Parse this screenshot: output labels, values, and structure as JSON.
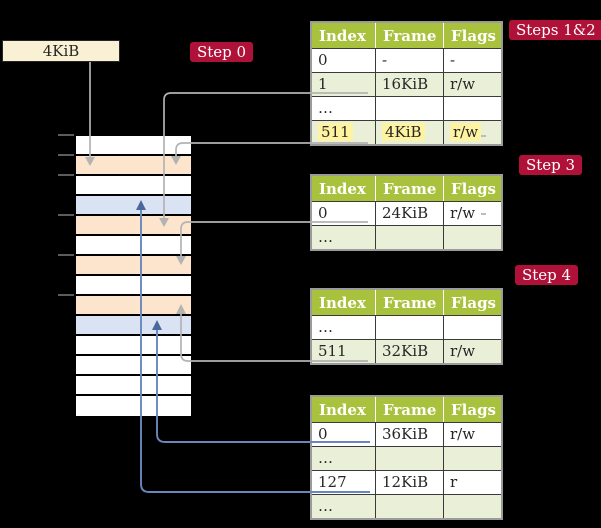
{
  "colors": {
    "background": "#000000",
    "crimson": "#b01138",
    "table-header-green": "#a8c23e",
    "table-row-green": "#eaf0d8",
    "highlight-yellow": "#fdf3a1",
    "frame-used-peach": "#fde5cd",
    "frame-target-blue": "#dae3f3",
    "legend-cream": "#faf0d3",
    "arrow-gray": "#b3b3b3",
    "arrow-blue": "#6888bd"
  },
  "legend": {
    "label": "4KiB"
  },
  "badges": {
    "step0": "Step 0",
    "steps12": "Steps 1&2",
    "step3": "Step 3",
    "step4": "Step 4"
  },
  "memory": {
    "rows": [
      {
        "kind": "white"
      },
      {
        "kind": "peach"
      },
      {
        "kind": "white"
      },
      {
        "kind": "blue"
      },
      {
        "kind": "peach"
      },
      {
        "kind": "white"
      },
      {
        "kind": "peach"
      },
      {
        "kind": "white"
      },
      {
        "kind": "peach"
      },
      {
        "kind": "blue"
      },
      {
        "kind": "white"
      },
      {
        "kind": "white"
      },
      {
        "kind": "white"
      },
      {
        "kind": "white"
      }
    ]
  },
  "tables": [
    {
      "name": "page-table-1",
      "headers": [
        "Index",
        "Frame",
        "Flags"
      ],
      "rows": [
        {
          "cells": [
            "0",
            "-",
            "-"
          ],
          "shaded": false,
          "highlighted": false
        },
        {
          "cells": [
            "1",
            "16KiB",
            "r/w"
          ],
          "shaded": true,
          "highlighted": false
        },
        {
          "cells": [
            "…",
            "",
            ""
          ],
          "shaded": false,
          "highlighted": false
        },
        {
          "cells": [
            "511",
            "4KiB",
            "r/w"
          ],
          "shaded": true,
          "highlighted": true
        }
      ]
    },
    {
      "name": "page-table-2",
      "headers": [
        "Index",
        "Frame",
        "Flags"
      ],
      "rows": [
        {
          "cells": [
            "0",
            "24KiB",
            "r/w"
          ],
          "shaded": false,
          "highlighted": false
        },
        {
          "cells": [
            "…",
            "",
            ""
          ],
          "shaded": true,
          "highlighted": false
        }
      ]
    },
    {
      "name": "page-table-3",
      "headers": [
        "Index",
        "Frame",
        "Flags"
      ],
      "rows": [
        {
          "cells": [
            "…",
            "",
            ""
          ],
          "shaded": false,
          "highlighted": false
        },
        {
          "cells": [
            "511",
            "32KiB",
            "r/w"
          ],
          "shaded": true,
          "highlighted": false
        }
      ]
    },
    {
      "name": "page-table-4",
      "headers": [
        "Index",
        "Frame",
        "Flags"
      ],
      "rows": [
        {
          "cells": [
            "0",
            "36KiB",
            "r/w"
          ],
          "shaded": false,
          "highlighted": false
        },
        {
          "cells": [
            "…",
            "",
            ""
          ],
          "shaded": true,
          "highlighted": false
        },
        {
          "cells": [
            "127",
            "12KiB",
            "r"
          ],
          "shaded": false,
          "highlighted": false
        },
        {
          "cells": [
            "…",
            "",
            ""
          ],
          "shaded": true,
          "highlighted": false
        }
      ]
    }
  ]
}
